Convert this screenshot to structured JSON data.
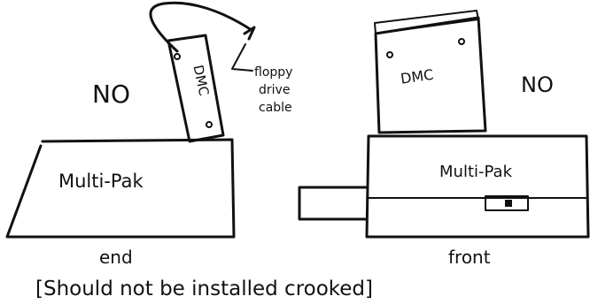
{
  "left_view": {
    "verdict": "NO",
    "cartridge_label": "DMC",
    "cable_label_line1": "floppy",
    "cable_label_line2": "drive",
    "cable_label_line3": "cable",
    "unit_label": "Multi-Pak",
    "caption": "end"
  },
  "right_view": {
    "verdict": "NO",
    "cartridge_label": "DMC",
    "unit_label": "Multi-Pak",
    "caption": "front"
  },
  "footer_note": "[Should not be installed crooked]",
  "colors": {
    "ink": "#111111",
    "paper": "#ffffff"
  }
}
